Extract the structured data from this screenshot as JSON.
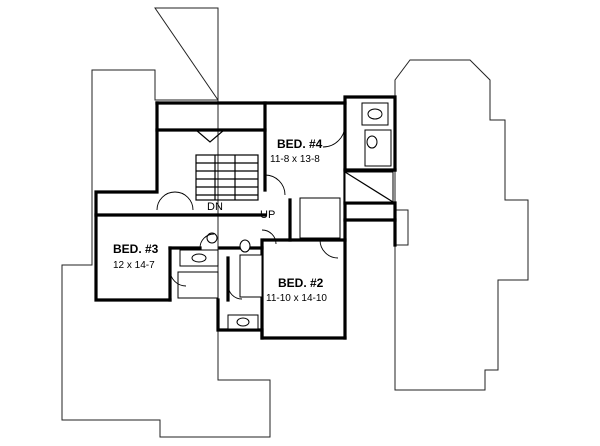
{
  "rooms": {
    "bed4": {
      "name": "BED. #4",
      "dims": "11-8 x 13-8"
    },
    "bed3": {
      "name": "BED. #3",
      "dims": "12 x 14-7"
    },
    "bed2": {
      "name": "BED. #2",
      "dims": "11-10 x 14-10"
    }
  },
  "stairs": {
    "down": "DN",
    "up": "UP"
  }
}
